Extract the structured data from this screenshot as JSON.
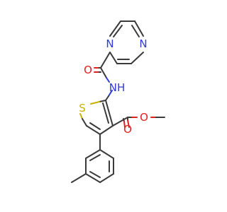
{
  "molecule": {
    "atoms": {
      "n_pyrazine_top": "N",
      "n_pyrazine_right": "N",
      "o_amide": "O",
      "nh": "NH",
      "s_thiophene": "S",
      "o_ester_carbonyl": "O",
      "o_ester_methoxy": "O"
    },
    "colors": {
      "carbon": "#3a3a3a",
      "nitrogen": "#2f3bd6",
      "oxygen": "#e0211b",
      "sulfur": "#c7b300",
      "background": "#ffffff"
    }
  }
}
